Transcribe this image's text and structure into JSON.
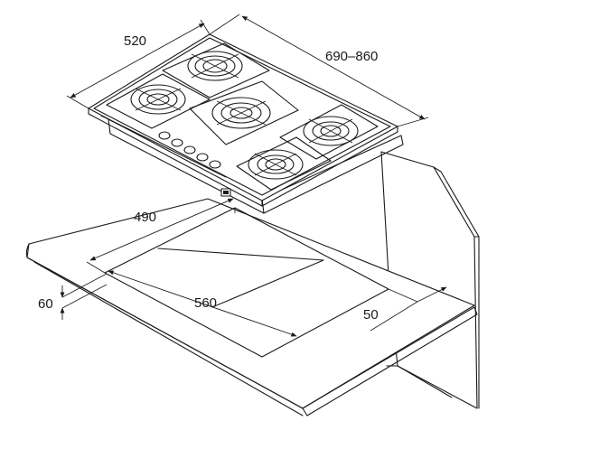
{
  "dimensions": {
    "hob_depth": "520",
    "hob_width": "690–860",
    "cutout_depth": "490",
    "cutout_width": "560",
    "worktop_thickness": "60",
    "wall_clearance": "50"
  },
  "burners": 5,
  "control_knobs": 5
}
